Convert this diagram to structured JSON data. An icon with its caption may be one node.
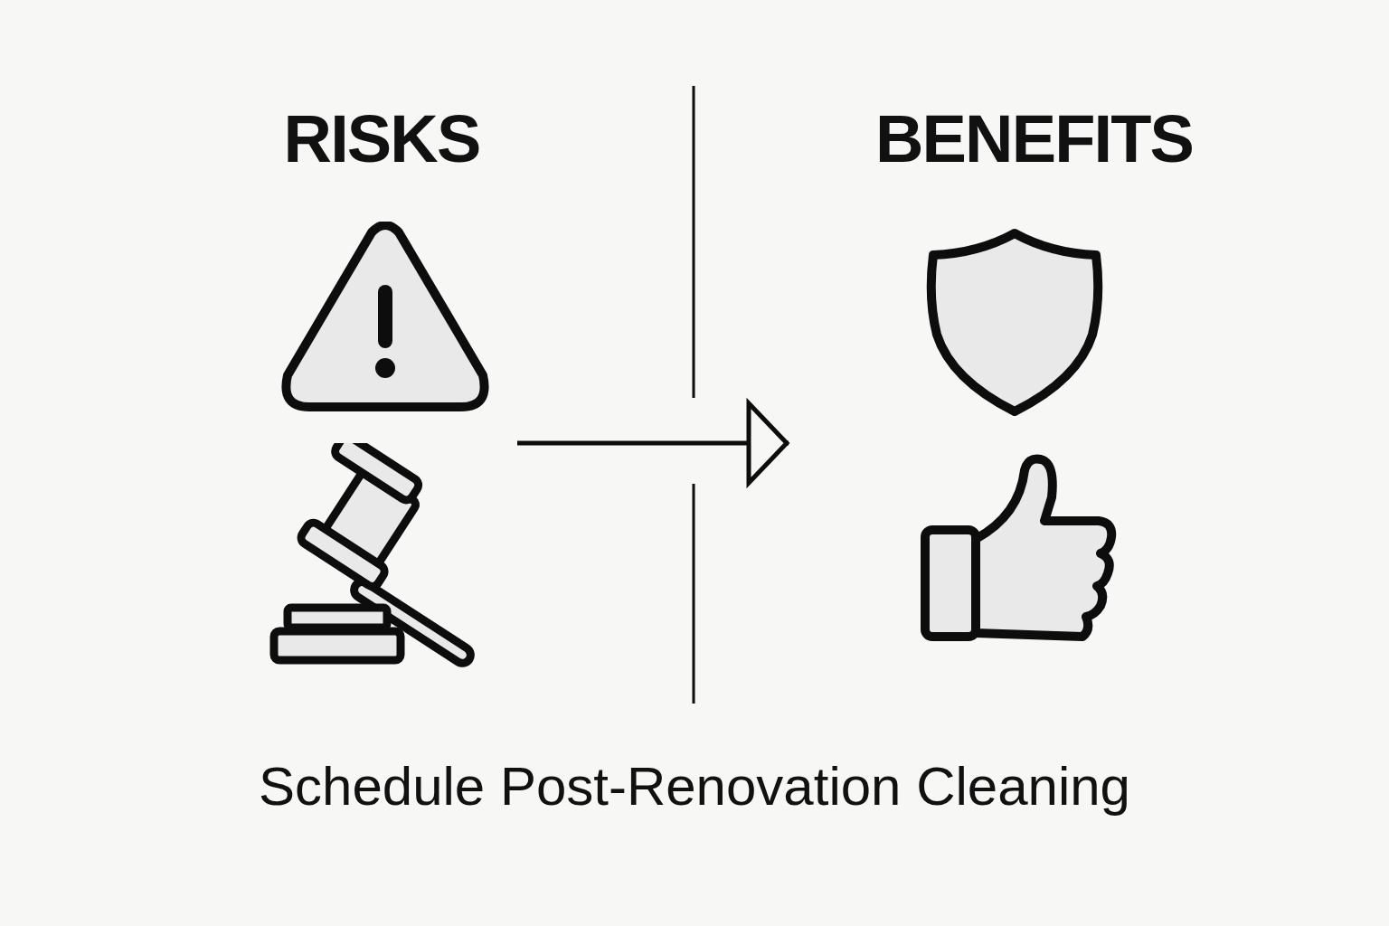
{
  "diagram": {
    "nodes": [
      {
        "text": [
          "RISKS"
        ]
      },
      {
        "text": [
          "BENEFITS"
        ]
      }
    ],
    "edges": [
      {
        "from": 0,
        "to": 1,
        "arrow": "to"
      }
    ],
    "caption": "Schedule Post-Renovation Cleaning"
  }
}
